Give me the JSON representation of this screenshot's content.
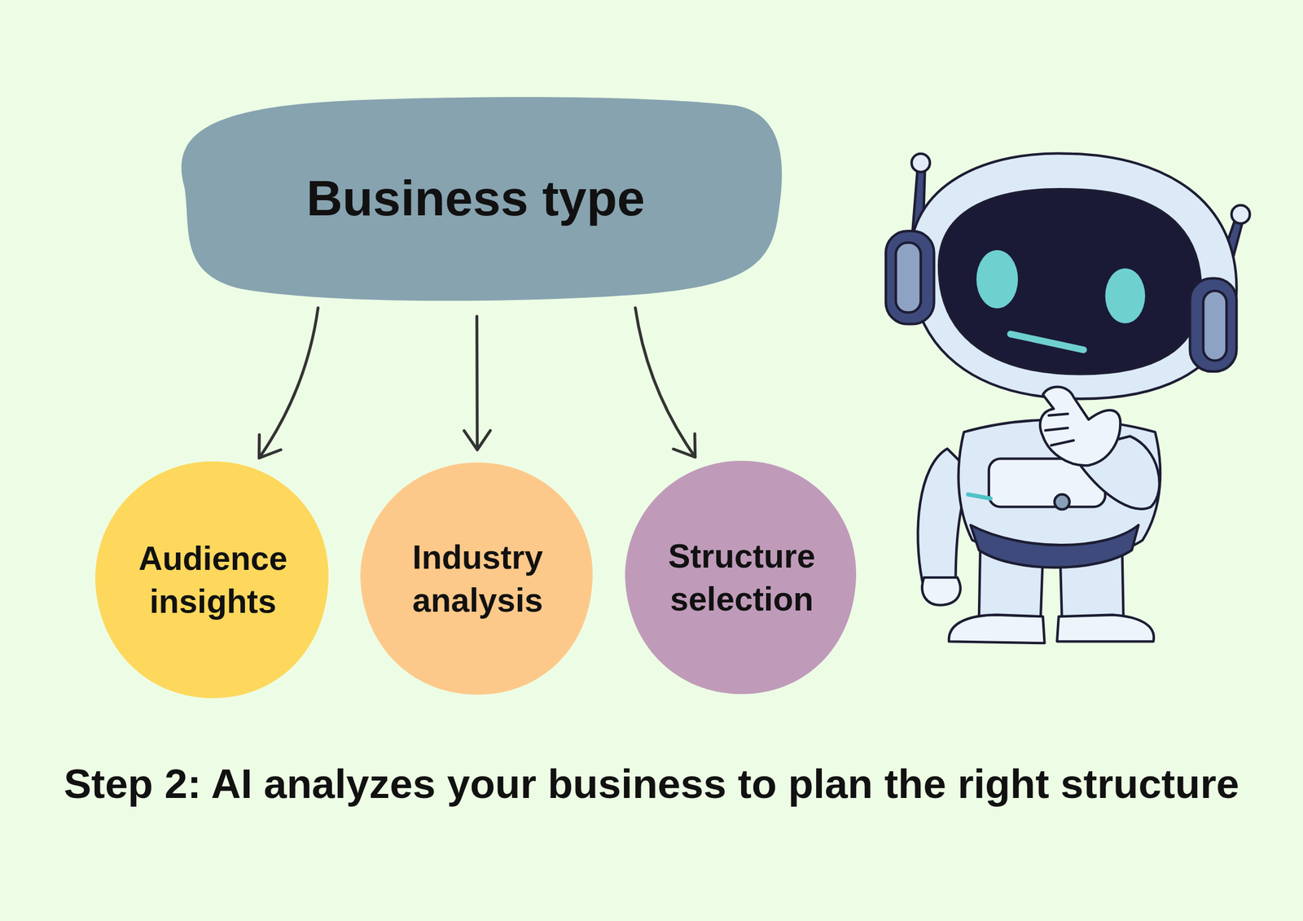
{
  "diagram": {
    "caption": "Step 2: AI analyzes your business to plan the right structure",
    "nodes": [
      {
        "text": [
          "Business type"
        ]
      },
      {
        "text": [
          "Audience insights"
        ]
      },
      {
        "text": [
          "Industry analysis"
        ]
      },
      {
        "text": [
          "Structure selection"
        ]
      }
    ],
    "edges": [
      {
        "from": 0,
        "to": 1,
        "arrow": "to"
      },
      {
        "from": 0,
        "to": 2,
        "arrow": "to"
      },
      {
        "from": 0,
        "to": 3,
        "arrow": "to"
      }
    ]
  }
}
